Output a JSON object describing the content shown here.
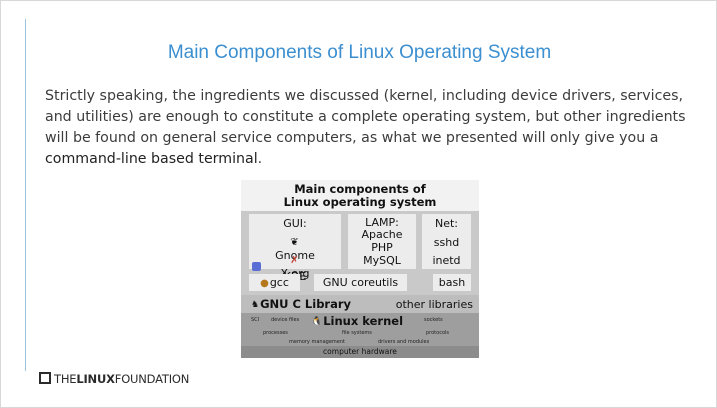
{
  "slide": {
    "title": "Main Components of Linux Operating System",
    "body_text": "Strictly speaking, the ingredients we discussed (kernel, including device drivers, services, and utilities) are enough to constitute a complete operating system, but other ingredients will be found on general service computers, as what we presented will only give you a",
    "body_emphasis": "command-line based terminal",
    "body_end": "."
  },
  "diagram": {
    "heading_line1": "Main components of",
    "heading_line2": "Linux operating system",
    "gui": {
      "label": "GUI:",
      "gnome": "Gnome",
      "kde": "KDE",
      "xorg": "X.org"
    },
    "lamp": {
      "label": "LAMP:",
      "apache": "Apache",
      "php": "PHP",
      "mysql": "MySQL"
    },
    "net": {
      "label": "Net:",
      "sshd": "sshd",
      "inetd": "inetd"
    },
    "tools": {
      "gcc": "gcc",
      "coreutils": "GNU coreutils",
      "bash": "bash"
    },
    "libc": "GNU C Library",
    "other_libs": "other libraries",
    "kernel": {
      "title": "Linux kernel",
      "sci": "SCI",
      "device_files": "device files",
      "sockets": "sockets",
      "processes": "processes",
      "file_systems": "file systems",
      "protocols": "protocols",
      "memory_management": "memory management",
      "drivers_modules": "drivers and modules"
    },
    "hardware": "computer hardware",
    "icons": {
      "gnome": "gnome-icon",
      "kde": "kde-icon",
      "xorg": "xorg-icon",
      "gcc": "gcc-icon",
      "libc": "gnu-icon",
      "kernel": "tux-icon"
    }
  },
  "footer": {
    "brand_prefix": "THE",
    "brand_bold": "LINUX",
    "brand_suffix": "FOUNDATION"
  },
  "colors": {
    "title": "#3b8fd0",
    "accent_line": "#9fc3dd",
    "text": "#3c3c3c"
  }
}
